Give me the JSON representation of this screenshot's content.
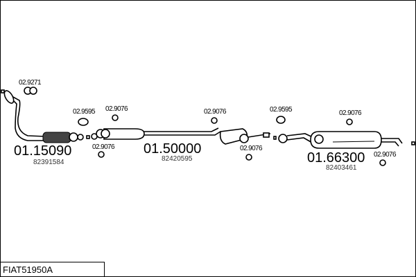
{
  "diagram_code": "FIAT51950A",
  "parts": [
    {
      "number": "01.15090",
      "oem": "82391584"
    },
    {
      "number": "01.50000",
      "oem": "82420595"
    },
    {
      "number": "01.66300",
      "oem": "82403461"
    }
  ],
  "accessories": [
    "02.9271",
    "02.9595",
    "02.9076",
    "02.9076",
    "02.9076",
    "02.9076",
    "02.9595",
    "02.9076",
    "02.9076"
  ]
}
